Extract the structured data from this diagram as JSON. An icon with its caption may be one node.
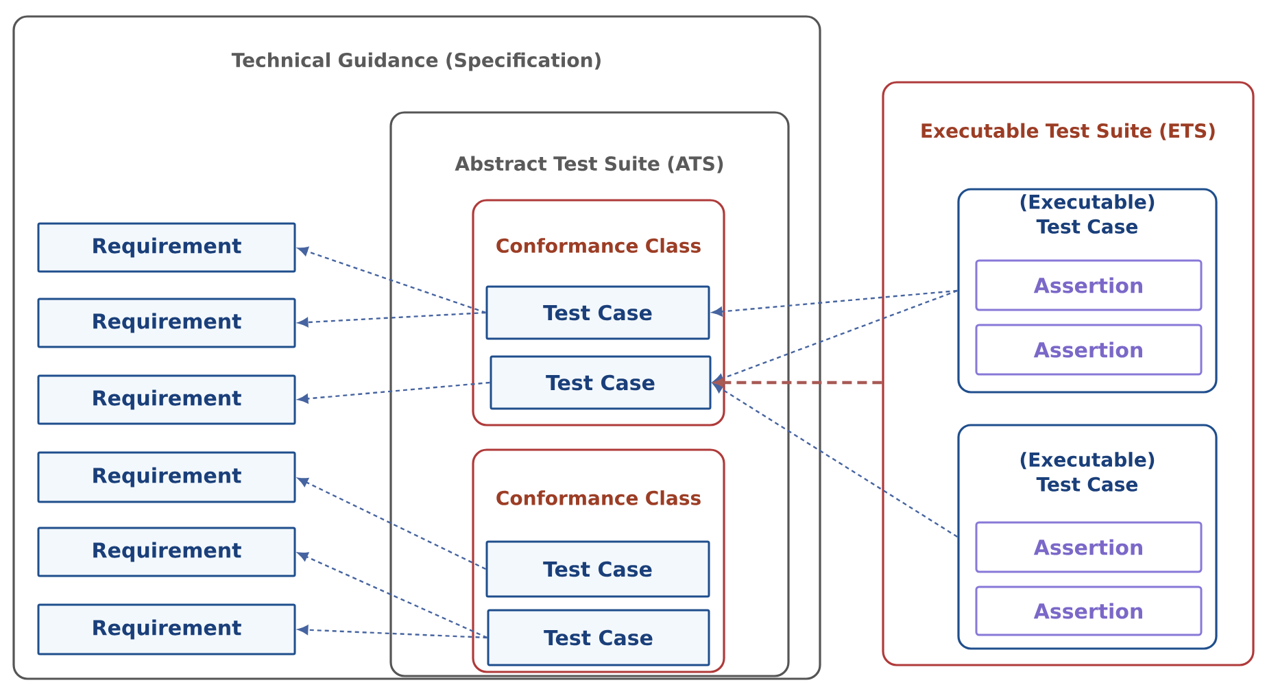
{
  "diagram": {
    "nodes": [
      {
        "text": [
          "Technical Guidance (Specification)"
        ]
      },
      {
        "text": [
          "Abstract Test Suite (ATS)"
        ],
        "in": 0
      },
      {
        "text": [
          "Conformance Class"
        ],
        "in": 1
      },
      {
        "text": [
          "Test Case"
        ],
        "in": 2
      },
      {
        "text": [
          "Test Case"
        ],
        "in": 2
      },
      {
        "text": [
          "Conformance Class"
        ],
        "in": 1
      },
      {
        "text": [
          "Test Case"
        ],
        "in": 5
      },
      {
        "text": [
          "Test Case"
        ],
        "in": 5
      },
      {
        "text": [
          "Requirement"
        ],
        "in": 0
      },
      {
        "text": [
          "Requirement"
        ],
        "in": 0
      },
      {
        "text": [
          "Requirement"
        ],
        "in": 0
      },
      {
        "text": [
          "Requirement"
        ],
        "in": 0
      },
      {
        "text": [
          "Requirement"
        ],
        "in": 0
      },
      {
        "text": [
          "Requirement"
        ],
        "in": 0
      },
      {
        "text": [
          "Executable Test Suite (ETS)"
        ]
      },
      {
        "text": [
          "(Executable) Test Case"
        ],
        "in": 14
      },
      {
        "text": [
          "Assertion"
        ],
        "in": 15
      },
      {
        "text": [
          "Assertion"
        ],
        "in": 15
      },
      {
        "text": [
          "(Executable) Test Case"
        ],
        "in": 14
      },
      {
        "text": [
          "Assertion"
        ],
        "in": 18
      },
      {
        "text": [
          "Assertion"
        ],
        "in": 18
      }
    ],
    "edges": [
      {
        "from": 3,
        "to": 8,
        "arrow": "to",
        "style": "dashed"
      },
      {
        "from": 3,
        "to": 9,
        "arrow": "to",
        "style": "dashed"
      },
      {
        "from": 4,
        "to": 10,
        "arrow": "to",
        "style": "dashed"
      },
      {
        "from": 6,
        "to": 11,
        "arrow": "to",
        "style": "dashed"
      },
      {
        "from": 7,
        "to": 12,
        "arrow": "to",
        "style": "dashed"
      },
      {
        "from": 7,
        "to": 13,
        "arrow": "to",
        "style": "dashed"
      },
      {
        "from": 15,
        "to": 3,
        "arrow": "to",
        "style": "dashed"
      },
      {
        "from": 15,
        "to": 4,
        "arrow": "to",
        "style": "dashed"
      },
      {
        "from": 18,
        "to": 4,
        "arrow": "to",
        "style": "dashed"
      },
      {
        "from": 14,
        "to": 4,
        "arrow": "to",
        "style": "dashed",
        "color": "#a85a55"
      }
    ]
  }
}
